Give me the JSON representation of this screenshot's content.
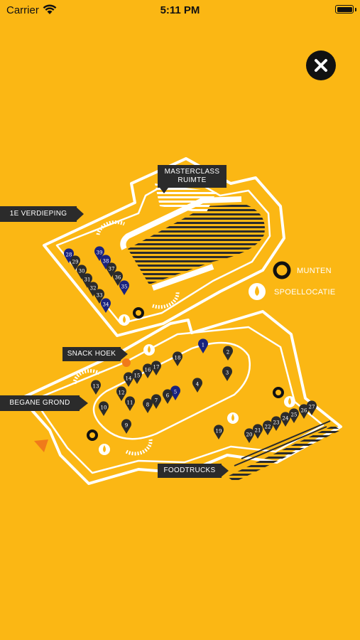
{
  "status_bar": {
    "carrier": "Carrier",
    "time": "5:11 PM"
  },
  "map": {
    "labels": {
      "masterclass_line1": "MASTERCLASS",
      "masterclass_line2": "RUIMTE",
      "floor_1": "1E VERDIEPING",
      "snack": "SNACK HOEK",
      "floor_0": "BEGANE GROND",
      "foodtrucks": "FOODTRUCKS"
    },
    "legend": {
      "coins": "MUNTEN",
      "game": "SPOELLOCATIE"
    },
    "colors": {
      "background": "#FBB714",
      "pin_dark": "#2b2b2b",
      "pin_blue": "#1a237e",
      "line": "#ffffff"
    },
    "pins": [
      {
        "n": "28",
        "c": "blue"
      },
      {
        "n": "29",
        "c": "dark"
      },
      {
        "n": "30",
        "c": "dark"
      },
      {
        "n": "31",
        "c": "dark"
      },
      {
        "n": "32",
        "c": "dark"
      },
      {
        "n": "33",
        "c": "dark"
      },
      {
        "n": "34",
        "c": "blue"
      },
      {
        "n": "39",
        "c": "blue"
      },
      {
        "n": "38",
        "c": "blue"
      },
      {
        "n": "37",
        "c": "dark"
      },
      {
        "n": "36",
        "c": "dark"
      },
      {
        "n": "35",
        "c": "blue"
      },
      {
        "n": "1",
        "c": "blue"
      },
      {
        "n": "2",
        "c": "dark"
      },
      {
        "n": "3",
        "c": "dark"
      },
      {
        "n": "4",
        "c": "dark"
      },
      {
        "n": "5",
        "c": "blue"
      },
      {
        "n": "6",
        "c": "dark"
      },
      {
        "n": "7",
        "c": "dark"
      },
      {
        "n": "8",
        "c": "dark"
      },
      {
        "n": "9",
        "c": "dark"
      },
      {
        "n": "10",
        "c": "dark"
      },
      {
        "n": "11",
        "c": "dark"
      },
      {
        "n": "12",
        "c": "dark"
      },
      {
        "n": "13",
        "c": "dark"
      },
      {
        "n": "14",
        "c": "dark"
      },
      {
        "n": "15",
        "c": "dark"
      },
      {
        "n": "16",
        "c": "dark"
      },
      {
        "n": "17",
        "c": "dark"
      },
      {
        "n": "18",
        "c": "dark"
      },
      {
        "n": "19",
        "c": "dark"
      },
      {
        "n": "20",
        "c": "dark"
      },
      {
        "n": "21",
        "c": "dark"
      },
      {
        "n": "22",
        "c": "dark"
      },
      {
        "n": "23",
        "c": "dark"
      },
      {
        "n": "24",
        "c": "dark"
      },
      {
        "n": "25",
        "c": "dark"
      },
      {
        "n": "26",
        "c": "dark"
      },
      {
        "n": "27",
        "c": "dark"
      }
    ]
  }
}
